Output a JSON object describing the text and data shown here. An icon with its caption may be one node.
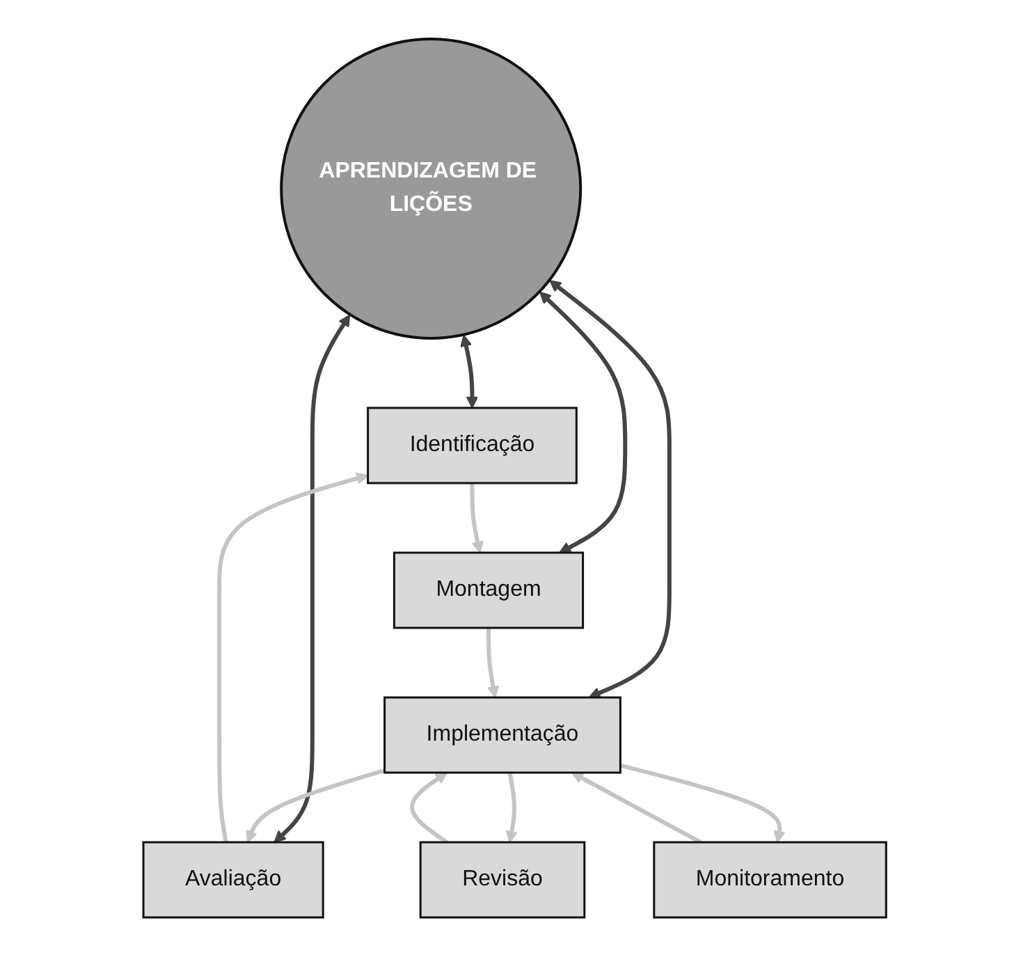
{
  "diagram": {
    "nodes": [
      {
        "text": [
          "Identificação"
        ]
      },
      {
        "text": [
          "Avaliação"
        ]
      },
      {
        "text": [
          "APRENDIZAGEM DE LIÇÕES"
        ]
      },
      {
        "text": [
          "Montagem"
        ]
      },
      {
        "text": [
          "Implementação"
        ]
      },
      {
        "text": [
          "Revisão"
        ]
      },
      {
        "text": [
          "Monitoramento"
        ]
      }
    ],
    "edges": [
      {
        "from": 2,
        "to": 0,
        "arrow": "both",
        "color": "#444444"
      },
      {
        "from": 2,
        "to": 1,
        "arrow": "both",
        "color": "#444444"
      },
      {
        "from": 2,
        "to": 3,
        "arrow": "both",
        "color": "#444444"
      },
      {
        "from": 2,
        "to": 4,
        "arrow": "both",
        "color": "#444444"
      },
      {
        "from": 0,
        "to": 3,
        "arrow": "to"
      },
      {
        "from": 3,
        "to": 4,
        "arrow": "to"
      },
      {
        "from": 4,
        "to": 1,
        "arrow": "to"
      },
      {
        "from": 1,
        "to": 0,
        "arrow": "to"
      },
      {
        "from": 4,
        "to": 5,
        "arrow": "to"
      },
      {
        "from": 5,
        "to": 4,
        "arrow": "to"
      },
      {
        "from": 4,
        "to": 6,
        "arrow": "to"
      },
      {
        "from": 6,
        "to": 4,
        "arrow": "to"
      }
    ]
  }
}
